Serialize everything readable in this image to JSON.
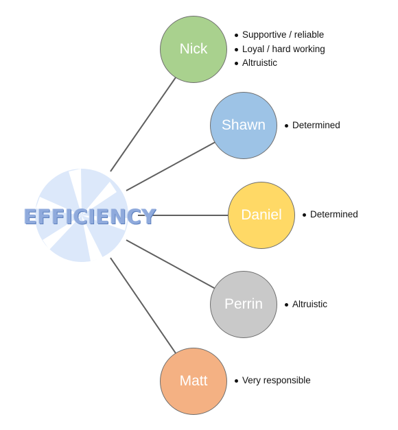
{
  "center": {
    "label": "EFFICIENCY",
    "icon": "camera-aperture-icon"
  },
  "nodes": [
    {
      "name": "Nick",
      "color": "#a9d18e",
      "traits": [
        "Supportive / reliable",
        "Loyal / hard working",
        "Altruistic"
      ]
    },
    {
      "name": "Shawn",
      "color": "#9dc3e6",
      "traits": [
        "Determined"
      ]
    },
    {
      "name": "Daniel",
      "color": "#ffd966",
      "traits": [
        "Determined"
      ]
    },
    {
      "name": "Perrin",
      "color": "#c9c9c9",
      "traits": [
        "Altruistic"
      ]
    },
    {
      "name": "Matt",
      "color": "#f4b183",
      "traits": [
        "Very responsible"
      ]
    }
  ]
}
